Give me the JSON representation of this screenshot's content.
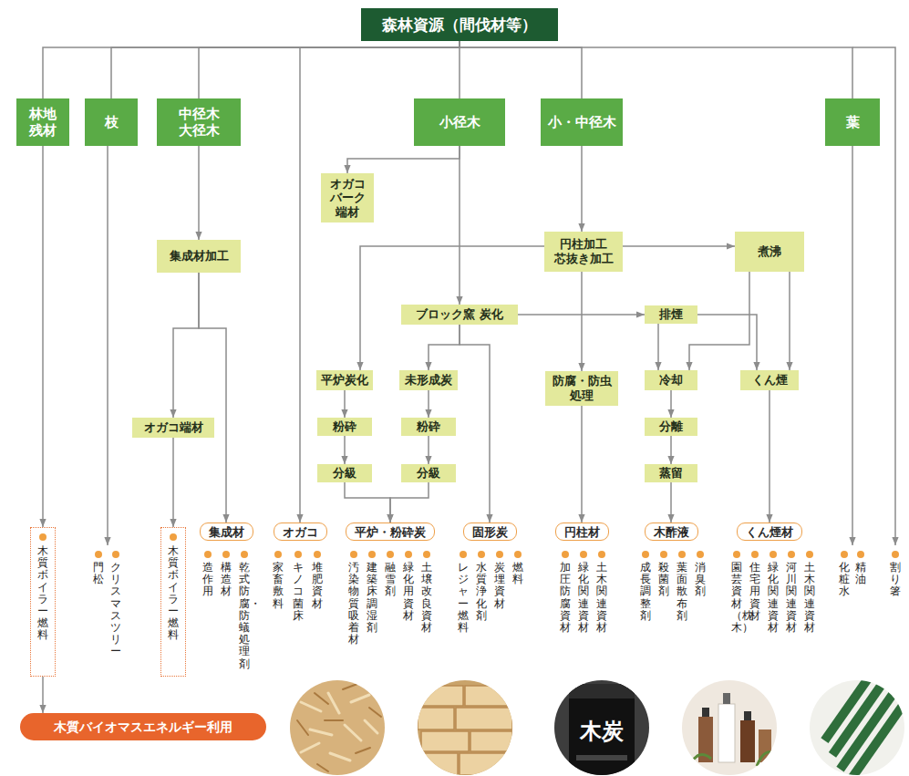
{
  "diagram": {
    "nodes": [
      {
        "text": [
          "森林資源（間伐材等）"
        ]
      },
      {
        "text": [
          "林地 残材"
        ]
      },
      {
        "text": [
          "枝"
        ]
      },
      {
        "text": [
          "中径木 大径木"
        ]
      },
      {
        "text": [
          "小径木"
        ]
      },
      {
        "text": [
          "小・中径木"
        ]
      },
      {
        "text": [
          "葉"
        ]
      },
      {
        "text": [
          "集成材加工"
        ]
      },
      {
        "text": [
          "オガコ バーク 端材"
        ]
      },
      {
        "text": [
          "円柱加工 芯抜き加工"
        ]
      },
      {
        "text": [
          "煮沸"
        ]
      },
      {
        "text": [
          "ブロック窯 炭化"
        ]
      },
      {
        "text": [
          "排煙"
        ]
      },
      {
        "text": [
          "平炉炭化"
        ]
      },
      {
        "text": [
          "未形成炭"
        ]
      },
      {
        "text": [
          "防腐・防虫 処理"
        ]
      },
      {
        "text": [
          "冷却"
        ]
      },
      {
        "text": [
          "くん煙"
        ]
      },
      {
        "text": [
          "粉砕"
        ]
      },
      {
        "text": [
          "粉砕"
        ]
      },
      {
        "text": [
          "分級"
        ]
      },
      {
        "text": [
          "分級"
        ]
      },
      {
        "text": [
          "オガコ端材"
        ]
      },
      {
        "text": [
          "分離"
        ]
      },
      {
        "text": [
          "蒸留"
        ]
      },
      {
        "text": [
          "木質ボイラー燃料"
        ]
      },
      {
        "text": [
          "集成材"
        ]
      },
      {
        "text": [
          "木質ボイラー燃料"
        ]
      },
      {
        "text": [
          "オガコ"
        ]
      },
      {
        "text": [
          "平炉・粉砕炭"
        ]
      },
      {
        "text": [
          "固形炭"
        ]
      },
      {
        "text": [
          "円柱材"
        ]
      },
      {
        "text": [
          "木酢液"
        ]
      },
      {
        "text": [
          "くん煙材"
        ]
      },
      {
        "text": [
          "木質バイオマスエネルギー利用"
        ]
      }
    ],
    "edges": [
      {
        "from": 0,
        "to": 1,
        "arrow": "none"
      },
      {
        "from": 0,
        "to": 2,
        "arrow": "none"
      },
      {
        "from": 0,
        "to": 3,
        "arrow": "none"
      },
      {
        "from": 0,
        "to": 28,
        "arrow": "to"
      },
      {
        "from": 0,
        "to": 4,
        "arrow": "none"
      },
      {
        "from": 0,
        "to": 5,
        "arrow": "none"
      },
      {
        "from": 0,
        "to": 6,
        "arrow": "none"
      },
      {
        "from": 1,
        "to": 25,
        "arrow": "to"
      },
      {
        "from": 3,
        "to": 7,
        "arrow": "to"
      },
      {
        "from": 7,
        "to": 22,
        "arrow": "to"
      },
      {
        "from": 7,
        "to": 26,
        "arrow": "to"
      },
      {
        "from": 22,
        "to": 27,
        "arrow": "to"
      },
      {
        "from": 4,
        "to": 8,
        "arrow": "to"
      },
      {
        "from": 4,
        "to": 11,
        "arrow": "to"
      },
      {
        "from": 5,
        "to": 9,
        "arrow": "to"
      },
      {
        "from": 9,
        "to": 13,
        "arrow": "to"
      },
      {
        "from": 9,
        "to": 10,
        "arrow": "to"
      },
      {
        "from": 9,
        "to": 15,
        "arrow": "to"
      },
      {
        "from": 11,
        "to": 12,
        "arrow": "to"
      },
      {
        "from": 11,
        "to": 14,
        "arrow": "to"
      },
      {
        "from": 11,
        "to": 30,
        "arrow": "to"
      },
      {
        "from": 13,
        "to": 18,
        "arrow": "to"
      },
      {
        "from": 18,
        "to": 20,
        "arrow": "to"
      },
      {
        "from": 14,
        "to": 19,
        "arrow": "to"
      },
      {
        "from": 19,
        "to": 21,
        "arrow": "to"
      },
      {
        "from": 20,
        "to": 29,
        "arrow": "to"
      },
      {
        "from": 21,
        "to": 29,
        "arrow": "to"
      },
      {
        "from": 15,
        "to": 31,
        "arrow": "to"
      },
      {
        "from": 12,
        "to": 16,
        "arrow": "to"
      },
      {
        "from": 12,
        "to": 17,
        "arrow": "to"
      },
      {
        "from": 10,
        "to": 16,
        "arrow": "to"
      },
      {
        "from": 10,
        "to": 17,
        "arrow": "to"
      },
      {
        "from": 16,
        "to": 23,
        "arrow": "to"
      },
      {
        "from": 23,
        "to": 24,
        "arrow": "to"
      },
      {
        "from": 24,
        "to": 32,
        "arrow": "to"
      },
      {
        "from": 17,
        "to": 33,
        "arrow": "to"
      },
      {
        "from": 25,
        "to": 34,
        "arrow": "to"
      }
    ],
    "labels": [
      "門松",
      "クリスマスツリー",
      "造作用",
      "構造材",
      "乾式防腐・防蟻処理剤",
      "家畜敷料",
      "キノコ菌床",
      "堆肥資材",
      "汚染物質吸着材",
      "建築床調湿剤",
      "融雪剤",
      "緑化用資材",
      "土壌改良資材",
      "レジャー燃料",
      "水質浄化剤",
      "炭埋資材",
      "燃料",
      "加圧防腐資材",
      "緑化関連資材",
      "土木関連資材",
      "成長調整剤",
      "殺菌剤",
      "葉面散布剤",
      "消臭剤",
      "園芸資材（枕木）",
      "住宅用資材",
      "緑化関連資材",
      "河川関連資材",
      "土木関連資材",
      "化粧水",
      "精油",
      "割り箸",
      "木炭"
    ]
  }
}
